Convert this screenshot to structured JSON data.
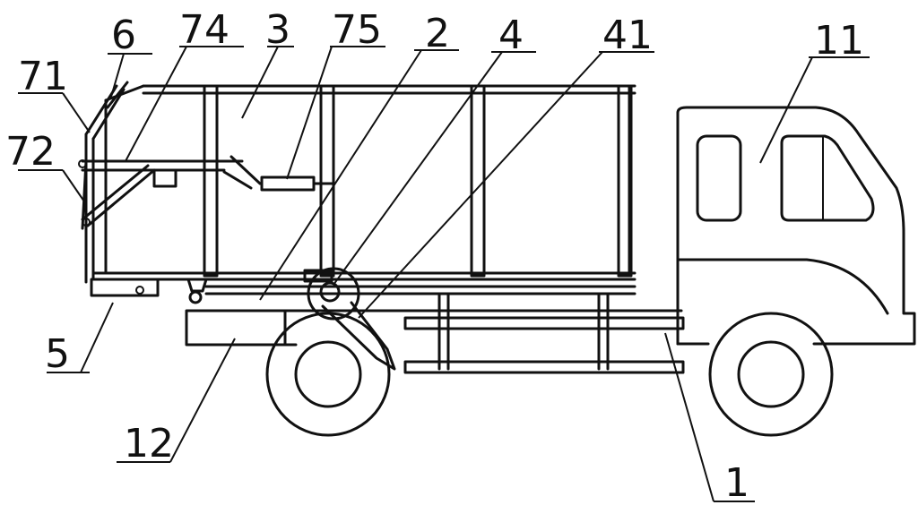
{
  "labels": {
    "l71": "71",
    "l6": "6",
    "l74": "74",
    "l3": "3",
    "l75": "75",
    "l2": "2",
    "l4": "4",
    "l41": "41",
    "l11": "11",
    "l72": "72",
    "l5": "5",
    "l12": "12",
    "l1": "1"
  }
}
